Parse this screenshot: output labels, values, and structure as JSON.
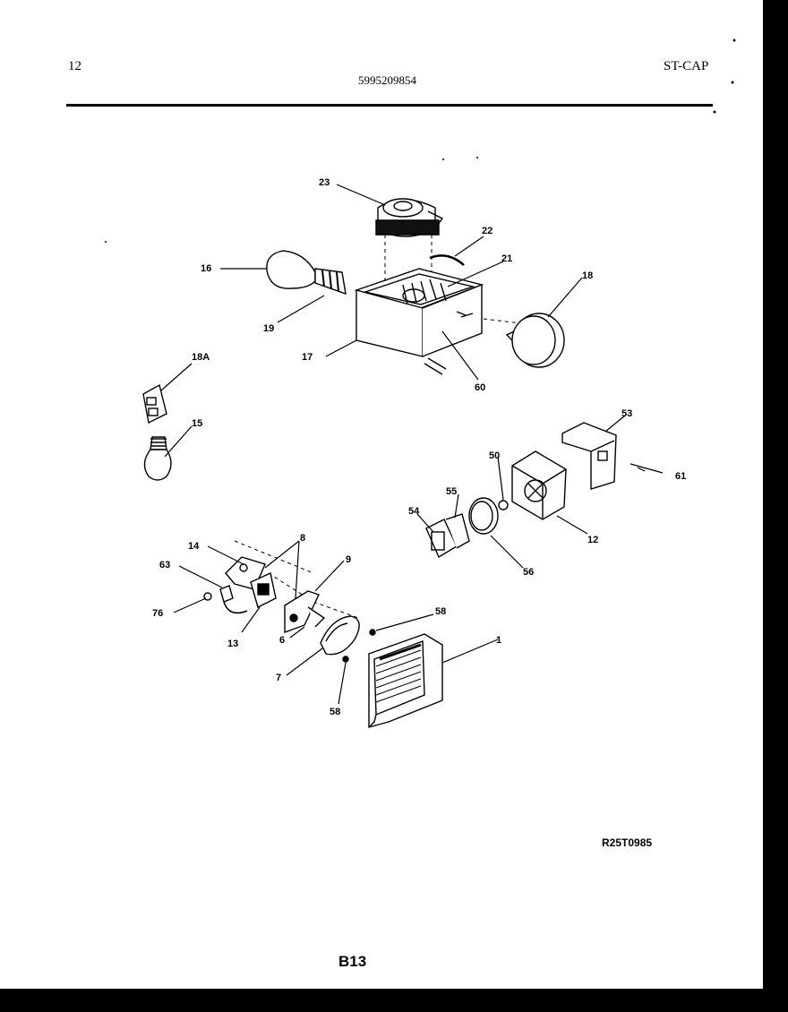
{
  "header": {
    "page_left": "12",
    "part_number": "5995209854",
    "model": "ST-CAP"
  },
  "footer": {
    "drawing_code": "R25T0985",
    "page_code": "B13"
  },
  "callouts": [
    {
      "id": "c23",
      "label": "23"
    },
    {
      "id": "c22",
      "label": "22"
    },
    {
      "id": "c21",
      "label": "21"
    },
    {
      "id": "c16a",
      "label": "16"
    },
    {
      "id": "c19",
      "label": "19"
    },
    {
      "id": "c18",
      "label": "18"
    },
    {
      "id": "c17",
      "label": "17"
    },
    {
      "id": "c60",
      "label": "60"
    },
    {
      "id": "c18A",
      "label": "18A"
    },
    {
      "id": "c15",
      "label": "15"
    },
    {
      "id": "c53",
      "label": "53"
    },
    {
      "id": "c50",
      "label": "50"
    },
    {
      "id": "c61",
      "label": "61"
    },
    {
      "id": "c55",
      "label": "55"
    },
    {
      "id": "c54",
      "label": "54"
    },
    {
      "id": "c12",
      "label": "12"
    },
    {
      "id": "c56",
      "label": "56"
    },
    {
      "id": "c14",
      "label": "14"
    },
    {
      "id": "c8",
      "label": "8"
    },
    {
      "id": "c9",
      "label": "9"
    },
    {
      "id": "c63",
      "label": "63"
    },
    {
      "id": "c76",
      "label": "76"
    },
    {
      "id": "c58a",
      "label": "58"
    },
    {
      "id": "c6",
      "label": "6"
    },
    {
      "id": "c13",
      "label": "13"
    },
    {
      "id": "c1",
      "label": "1"
    },
    {
      "id": "c7",
      "label": "7"
    },
    {
      "id": "c58b",
      "label": "58"
    }
  ]
}
